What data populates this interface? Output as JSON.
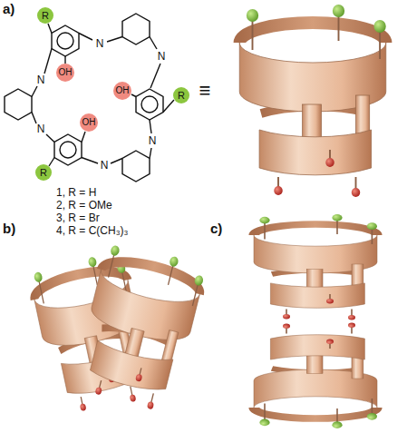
{
  "diagram": {
    "labels": [
      "a)",
      "R",
      "OH",
      "N",
      "N",
      "R",
      "OH",
      "N",
      "N",
      "OH",
      "R",
      "N",
      "N",
      "≡",
      "1, R = H",
      "2, R = OMe",
      "3, R = Br",
      "4, R = C(CH₃)₃",
      "b)",
      "c)"
    ]
  }
}
